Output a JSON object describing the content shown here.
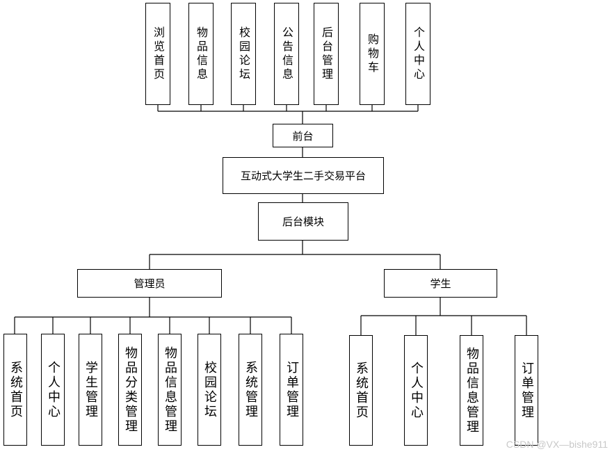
{
  "root": {
    "label": "互动式大学生二手交易平台"
  },
  "front": {
    "label": "前台",
    "items": [
      "浏览首页",
      "物品信息",
      "校园论坛",
      "公告信息",
      "后台管理",
      "购物车",
      "个人中心"
    ]
  },
  "back": {
    "label": "后台模块"
  },
  "admin": {
    "label": "管理员",
    "items": [
      "系统首页",
      "个人中心",
      "学生管理",
      "物品分类管理",
      "物品信息管理",
      "校园论坛",
      "系统管理",
      "订单管理"
    ]
  },
  "student": {
    "label": "学生",
    "items": [
      "系统首页",
      "个人中心",
      "物品信息管理",
      "订单管理"
    ]
  },
  "watermark": "CSDN @VX—bishe911"
}
